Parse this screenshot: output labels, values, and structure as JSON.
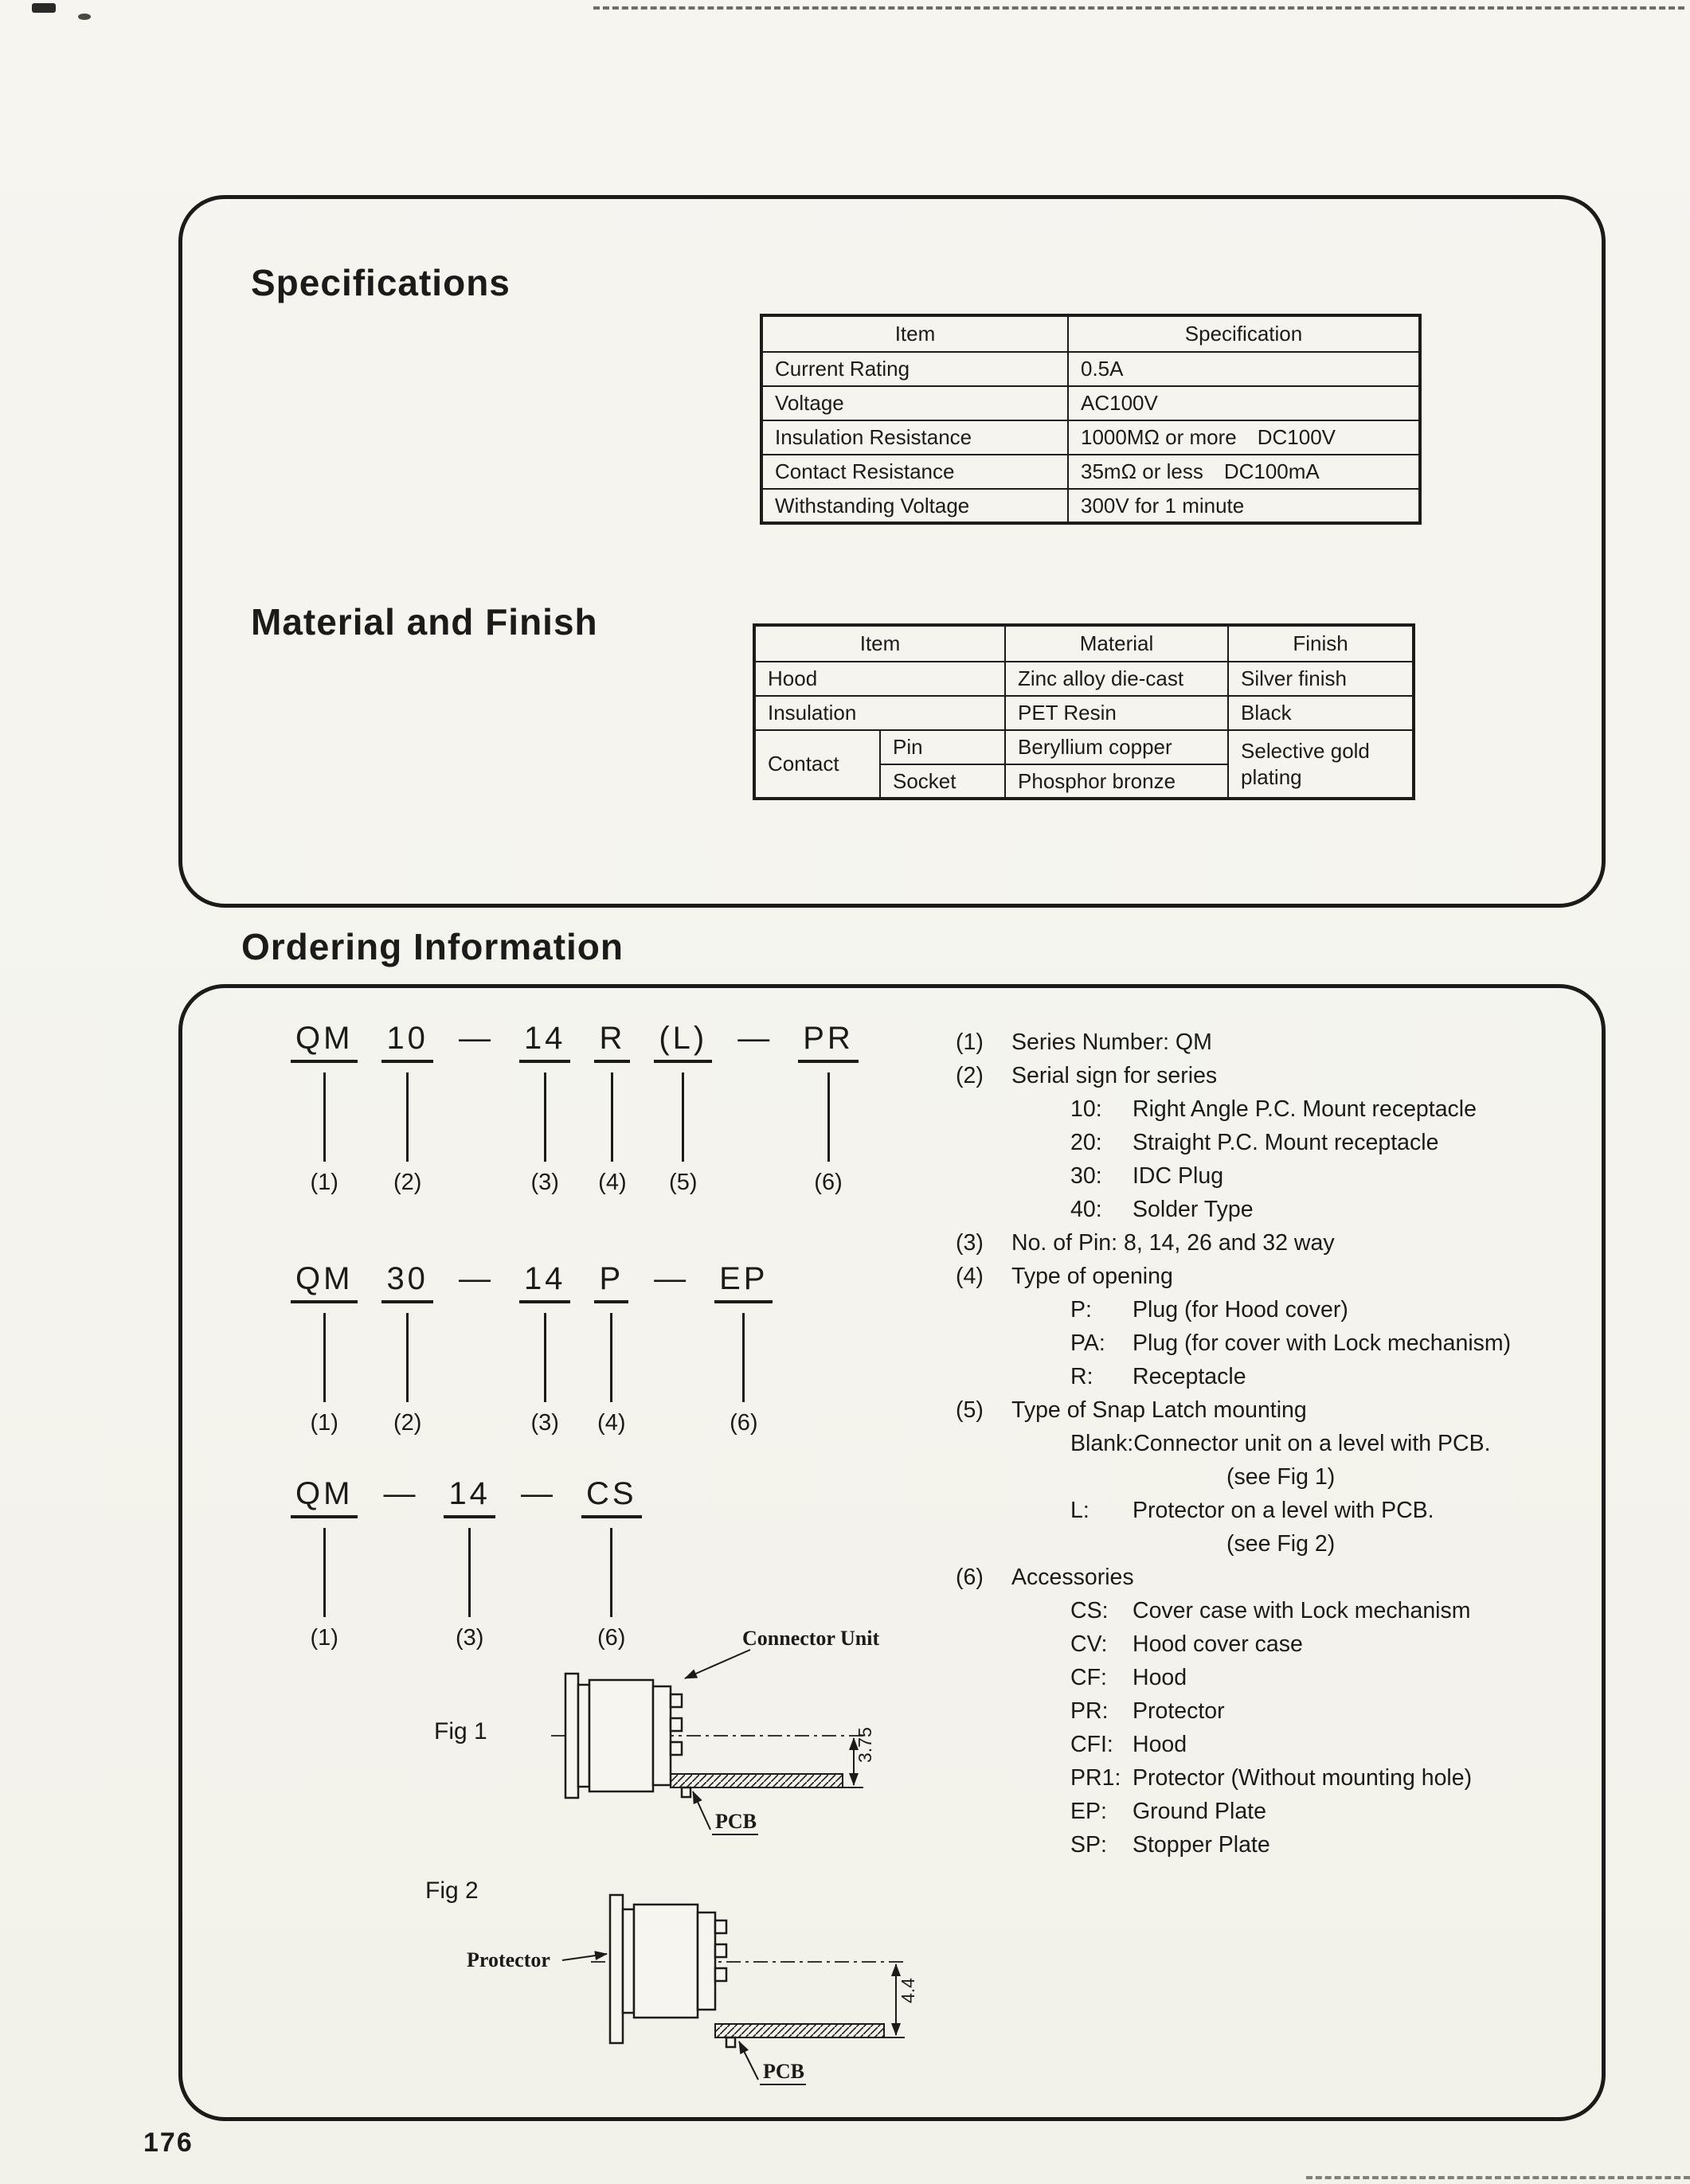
{
  "page": {
    "number": "176"
  },
  "colors": {
    "ink": "#1c1b19",
    "paper": "#f6f5f0"
  },
  "specifications": {
    "title": "Specifications",
    "table": {
      "headers": [
        "Item",
        "Specification"
      ],
      "rows": [
        [
          "Current Rating",
          "0.5A"
        ],
        [
          "Voltage",
          "AC100V"
        ],
        [
          "Insulation Resistance",
          "1000MΩ or more DC100V"
        ],
        [
          "Contact Resistance",
          "35mΩ or less DC100mA"
        ],
        [
          "Withstanding Voltage",
          "300V for 1 minute"
        ]
      ]
    }
  },
  "material": {
    "title": "Material and Finish",
    "headers": [
      "Item",
      "Material",
      "Finish"
    ],
    "rows": {
      "hood": {
        "item": "Hood",
        "material": "Zinc alloy die-cast",
        "finish": "Silver finish"
      },
      "insulation": {
        "item": "Insulation",
        "material": "PET Resin",
        "finish": "Black"
      },
      "contact": {
        "item": "Contact",
        "pin": {
          "item": "Pin",
          "material": "Beryllium copper"
        },
        "socket": {
          "item": "Socket",
          "material": "Phosphor bronze"
        },
        "finish": "Selective gold plating"
      }
    }
  },
  "ordering": {
    "title": "Ordering Information",
    "part_rows": [
      {
        "segments": [
          {
            "type": "seg",
            "text": "QM",
            "label": "(1)"
          },
          {
            "type": "seg",
            "text": "10",
            "label": "(2)"
          },
          {
            "type": "dash",
            "text": "—"
          },
          {
            "type": "seg",
            "text": "14",
            "label": "(3)"
          },
          {
            "type": "seg",
            "text": "R",
            "label": "(4)"
          },
          {
            "type": "seg",
            "text": "(L)",
            "label": "(5)"
          },
          {
            "type": "dash",
            "text": "—"
          },
          {
            "type": "seg",
            "text": "PR",
            "label": "(6)"
          }
        ]
      },
      {
        "segments": [
          {
            "type": "seg",
            "text": "QM",
            "label": "(1)"
          },
          {
            "type": "seg",
            "text": "30",
            "label": "(2)"
          },
          {
            "type": "dash",
            "text": "—"
          },
          {
            "type": "seg",
            "text": "14",
            "label": "(3)"
          },
          {
            "type": "seg",
            "text": "P",
            "label": "(4)"
          },
          {
            "type": "dash",
            "text": "—"
          },
          {
            "type": "seg",
            "text": "EP",
            "label": "(6)"
          }
        ]
      },
      {
        "segments": [
          {
            "type": "seg",
            "text": "QM",
            "label": "(1)"
          },
          {
            "type": "dash",
            "text": "—"
          },
          {
            "type": "seg",
            "text": "14",
            "label": "(3)"
          },
          {
            "type": "dash",
            "text": "—"
          },
          {
            "type": "seg",
            "text": "CS",
            "label": "(6)"
          }
        ]
      }
    ],
    "notes": [
      {
        "m": "(1)",
        "t": "Series Number: QM",
        "ind": "ind0"
      },
      {
        "m": "(2)",
        "t": "Serial sign for series",
        "ind": "ind0"
      },
      {
        "m": "10:",
        "t": "Right Angle P.C. Mount receptacle",
        "ind": "ind1"
      },
      {
        "m": "20:",
        "t": "Straight P.C. Mount receptacle",
        "ind": "ind1"
      },
      {
        "m": "30:",
        "t": "IDC Plug",
        "ind": "ind1"
      },
      {
        "m": "40:",
        "t": "Solder Type",
        "ind": "ind1"
      },
      {
        "m": "(3)",
        "t": "No. of Pin: 8, 14, 26 and 32 way",
        "ind": "ind0"
      },
      {
        "m": "(4)",
        "t": "Type of opening",
        "ind": "ind0"
      },
      {
        "m": "P:",
        "t": "Plug (for Hood cover)",
        "ind": "ind1"
      },
      {
        "m": "PA:",
        "t": "Plug (for cover with Lock mechanism)",
        "ind": "ind1"
      },
      {
        "m": "R:",
        "t": "Receptacle",
        "ind": "ind1"
      },
      {
        "m": "(5)",
        "t": "Type of Snap Latch mounting",
        "ind": "ind0"
      },
      {
        "m": "Blank:",
        "t": "Connector unit on a level with PCB.",
        "ind": "ind1"
      },
      {
        "m": "",
        "t": "(see Fig 1)",
        "ind": "ind2"
      },
      {
        "m": "L:",
        "t": "Protector on a level with PCB.",
        "ind": "ind1"
      },
      {
        "m": "",
        "t": "(see Fig 2)",
        "ind": "ind2"
      },
      {
        "m": "(6)",
        "t": "Accessories",
        "ind": "ind0"
      },
      {
        "m": "CS:",
        "t": "Cover case with Lock mechanism",
        "ind": "ind1"
      },
      {
        "m": "CV:",
        "t": "Hood cover case",
        "ind": "ind1"
      },
      {
        "m": "CF:",
        "t": "Hood",
        "ind": "ind1"
      },
      {
        "m": "PR:",
        "t": "Protector",
        "ind": "ind1"
      },
      {
        "m": "CFI:",
        "t": "Hood",
        "ind": "ind1"
      },
      {
        "m": "PR1:",
        "t": "Protector (Without mounting hole)",
        "ind": "ind1"
      },
      {
        "m": "EP:",
        "t": "Ground Plate",
        "ind": "ind1"
      },
      {
        "m": "SP:",
        "t": "Stopper Plate",
        "ind": "ind1"
      }
    ]
  },
  "figures": {
    "fig1": {
      "label": "Fig 1",
      "callout": "Connector Unit",
      "dimension": "3.75",
      "pcb": "PCB"
    },
    "fig2": {
      "label": "Fig 2",
      "callout": "Protector",
      "dimension": "4.4",
      "pcb": "PCB"
    }
  }
}
